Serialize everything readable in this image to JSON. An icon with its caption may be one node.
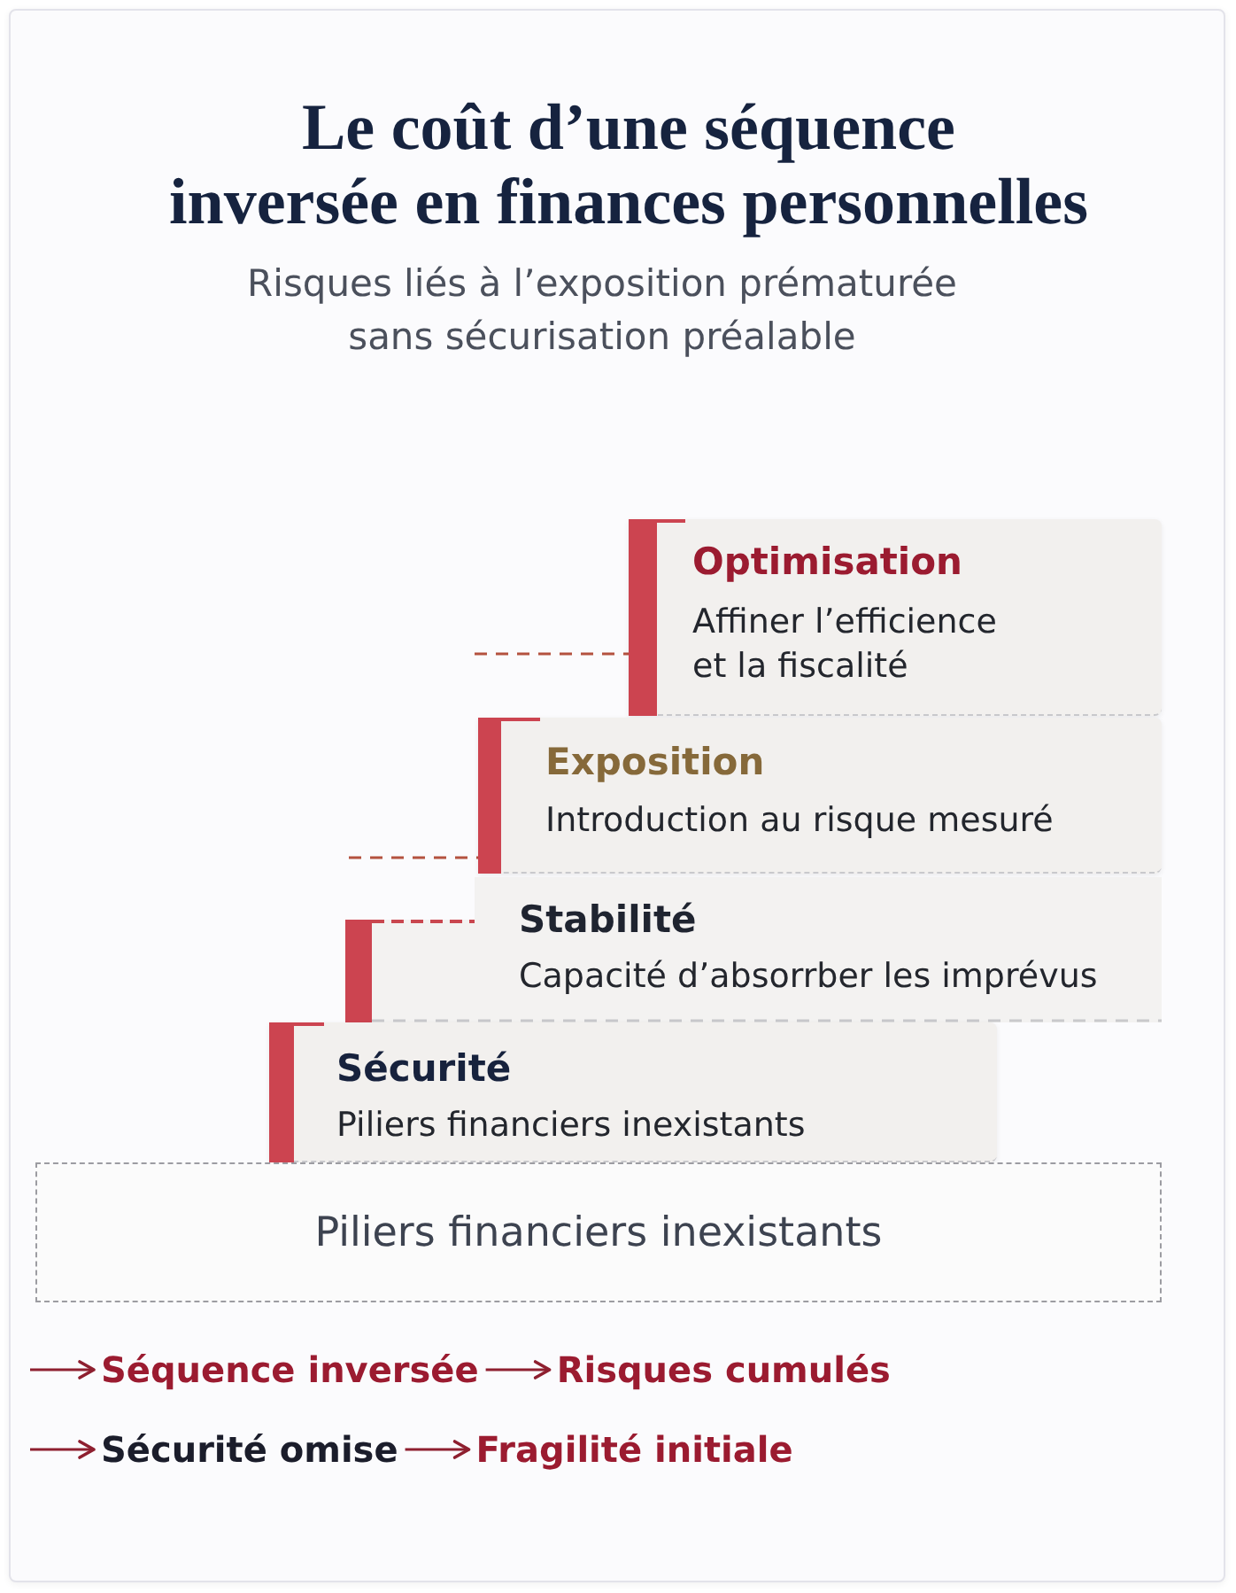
{
  "diagram": {
    "title": "Le coût d’une séquence inversée en finances personnelles",
    "nodes": [
      {
        "text": [
          "Optimisation",
          "Affiner l’efficience et la fiscalité"
        ]
      },
      {
        "text": [
          "Exposition",
          "Introduction au risque mesuré"
        ]
      },
      {
        "text": [
          "Stabilité",
          "Capacité d’absorrber les imprévus"
        ]
      },
      {
        "text": [
          "Sécurité",
          "Piliers financiers inexistants"
        ]
      },
      {
        "text": [
          "Piliers financiers inexistants"
        ]
      },
      {
        "text": [
          "Séquence inversée"
        ]
      },
      {
        "text": [
          "Risques cumulés"
        ]
      },
      {
        "text": [
          "Sécurité omise"
        ]
      },
      {
        "text": [
          "Fragilité initiale"
        ]
      }
    ],
    "edges": [
      {
        "from": null,
        "to": 0,
        "arrow": "none",
        "style": "dashed",
        "color": "#b4523f"
      },
      {
        "from": null,
        "to": 1,
        "arrow": "none",
        "style": "dashed",
        "color": "#b4523f"
      },
      {
        "from": null,
        "to": 5,
        "arrow": "to"
      },
      {
        "from": 5,
        "to": 6,
        "arrow": "to"
      },
      {
        "from": null,
        "to": 7,
        "arrow": "to"
      },
      {
        "from": 7,
        "to": 8,
        "arrow": "to"
      }
    ],
    "labels": [
      "Risques liés à l’exposition prématurée sans sécurisation préalable"
    ]
  }
}
